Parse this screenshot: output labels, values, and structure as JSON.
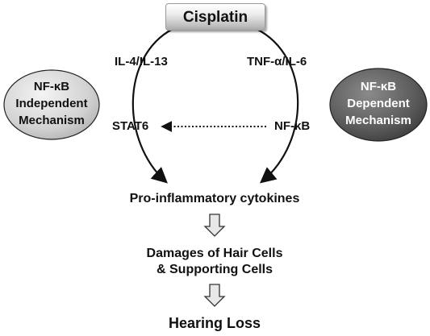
{
  "top_node": {
    "label": "Cisplatin"
  },
  "left_branch": {
    "label": "IL-4/IL-13",
    "target": "STAT6"
  },
  "right_branch": {
    "label": "TNF-α/IL-6",
    "target": "NF-κB"
  },
  "left_oval": {
    "lines": [
      "NF-κB",
      "Independent",
      "Mechanism"
    ]
  },
  "right_oval": {
    "lines": [
      "NF-κB",
      "Dependent",
      "Mechanism"
    ]
  },
  "cytokines": {
    "label": "Pro-inflammatory cytokines"
  },
  "damage": {
    "lines": [
      "Damages of Hair Cells",
      "& Supporting Cells"
    ]
  },
  "outcome": {
    "label": "Hearing Loss"
  },
  "colors": {
    "left_oval_fill": "#dcdcdc",
    "right_oval_fill": "#555555",
    "arrow": "#111111"
  }
}
